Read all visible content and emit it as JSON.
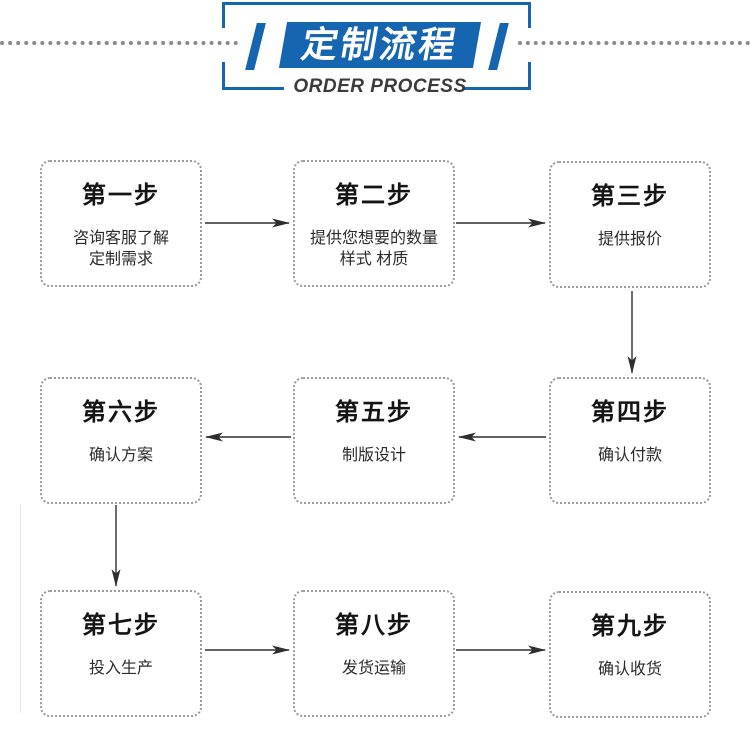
{
  "header": {
    "title": "定制流程",
    "subtitle": "ORDER PROCESS",
    "accent_color": "#1565b0",
    "dotted_line_color": "#8a8a8a"
  },
  "flow": {
    "box_border_color": "#9b9b9b",
    "arrow_color": "#2e2e2e",
    "steps": [
      {
        "title": "第一步",
        "desc": [
          "咨询客服了解",
          "定制需求"
        ]
      },
      {
        "title": "第二步",
        "desc": [
          "提供您想要的数量",
          "样式 材质"
        ]
      },
      {
        "title": "第三步",
        "desc": [
          "提供报价"
        ]
      },
      {
        "title": "第四步",
        "desc": [
          "确认付款"
        ]
      },
      {
        "title": "第五步",
        "desc": [
          "制版设计"
        ]
      },
      {
        "title": "第六步",
        "desc": [
          "确认方案"
        ]
      },
      {
        "title": "第七步",
        "desc": [
          "投入生产"
        ]
      },
      {
        "title": "第八步",
        "desc": [
          "发货运输"
        ]
      },
      {
        "title": "第九步",
        "desc": [
          "确认收货"
        ]
      }
    ],
    "sequence": [
      {
        "from": "第一步",
        "to": "第二步",
        "direction": "right"
      },
      {
        "from": "第二步",
        "to": "第三步",
        "direction": "right"
      },
      {
        "from": "第三步",
        "to": "第四步",
        "direction": "down"
      },
      {
        "from": "第四步",
        "to": "第五步",
        "direction": "left"
      },
      {
        "from": "第五步",
        "to": "第六步",
        "direction": "left"
      },
      {
        "from": "第六步",
        "to": "第七步",
        "direction": "down"
      },
      {
        "from": "第七步",
        "to": "第八步",
        "direction": "right"
      },
      {
        "from": "第八步",
        "to": "第九步",
        "direction": "right"
      }
    ]
  }
}
